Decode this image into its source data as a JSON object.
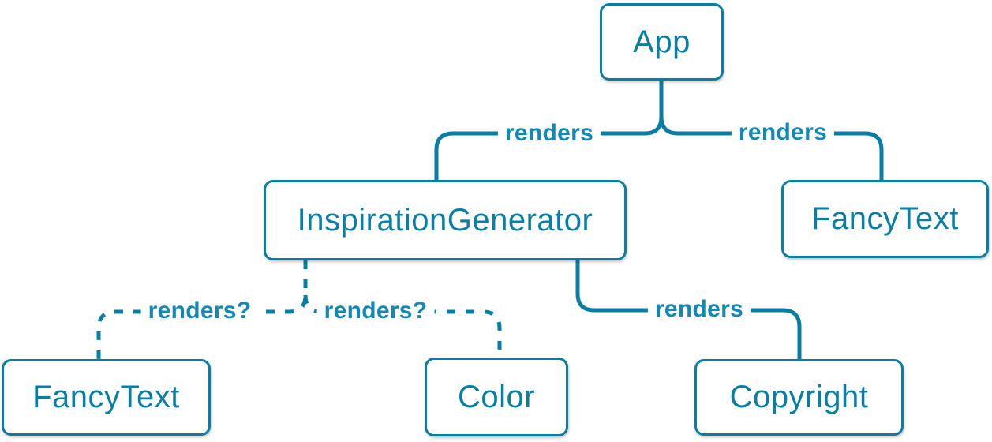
{
  "diagram": {
    "title_hidden": "",
    "colors": {
      "edge_stroke": "#087ea4",
      "node_border": "#087ea4",
      "node_text": "#087ea4",
      "edge_label_text": "#1289b4",
      "node_background": "#ffffff"
    },
    "nodes": [
      {
        "id": "app",
        "label": "App"
      },
      {
        "id": "inspiration-generator",
        "label": "InspirationGenerator"
      },
      {
        "id": "fancytext-top",
        "label": "FancyText"
      },
      {
        "id": "fancytext-bottom",
        "label": "FancyText"
      },
      {
        "id": "color",
        "label": "Color"
      },
      {
        "id": "copyright",
        "label": "Copyright"
      }
    ],
    "edges": [
      {
        "from": "App",
        "to": "InspirationGenerator",
        "label": "renders",
        "style": "solid"
      },
      {
        "from": "App",
        "to": "FancyText",
        "label": "renders",
        "style": "solid"
      },
      {
        "from": "InspirationGenerator",
        "to": "FancyText",
        "label": "renders?",
        "style": "dashed"
      },
      {
        "from": "InspirationGenerator",
        "to": "Color",
        "label": "renders?",
        "style": "dashed"
      },
      {
        "from": "InspirationGenerator",
        "to": "Copyright",
        "label": "renders",
        "style": "solid"
      }
    ]
  }
}
